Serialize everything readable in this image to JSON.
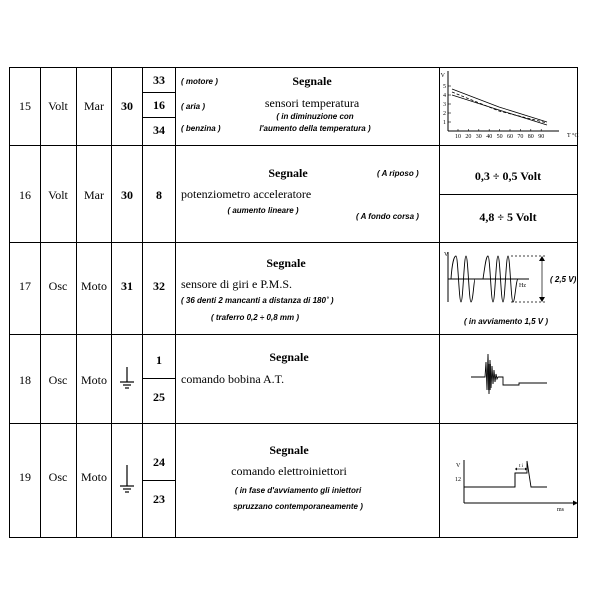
{
  "rows": [
    {
      "num": "15",
      "unit": "Volt",
      "cond": "Mar",
      "pin_a": "30",
      "pins": [
        "33",
        "16",
        "34"
      ],
      "side_labels": [
        "( motore )",
        "( aria )",
        "( benzina )"
      ],
      "title": "Segnale",
      "desc": "sensori temperatura",
      "notes": [
        "( in diminuzione con",
        "l'aumento della temperatura )"
      ],
      "graph": {
        "axis_y_label": "V",
        "axis_x_label": "T °C",
        "y_ticks": [
          "1",
          "2",
          "3",
          "4",
          "5"
        ],
        "x_ticks": [
          "10",
          "20",
          "30",
          "40",
          "50",
          "60",
          "70",
          "80",
          "90"
        ]
      }
    },
    {
      "num": "16",
      "unit": "Volt",
      "cond": "Mar",
      "pin_a": "30",
      "pins": [
        "8"
      ],
      "title": "Segnale",
      "desc": "potenziometro acceleratore",
      "notes": [
        "( aumento lineare )"
      ],
      "state_rest": "( A riposo )",
      "state_full": "( A fondo corsa )",
      "value_rest": "0,3  ÷  0,5  Volt",
      "value_full": "4,8  ÷  5  Volt"
    },
    {
      "num": "17",
      "unit": "Osc",
      "cond": "Moto",
      "pin_a": "31",
      "pins": [
        "32"
      ],
      "title": "Segnale",
      "desc": "sensore di giri e P.M.S.",
      "notes": [
        "( 36 denti 2 mancanti a distanza di 180˚ )",
        "( traferro 0,2  ÷  0,8 mm )"
      ],
      "graph": {
        "axis_y_label": "V",
        "axis_x_label": "Hz",
        "amplitude_label": "( 2,5 V)",
        "caption": "( in avviamento  1,5 V )"
      }
    },
    {
      "num": "18",
      "unit": "Osc",
      "cond": "Moto",
      "pin_a_icon": "ground-icon",
      "pins": [
        "1",
        "25"
      ],
      "title": "Segnale",
      "desc": "comando bobina A.T."
    },
    {
      "num": "19",
      "unit": "Osc",
      "cond": "Moto",
      "pin_a_icon": "ground-icon",
      "pins": [
        "24",
        "23"
      ],
      "title": "Segnale",
      "desc": "comando elettroiniettori",
      "notes": [
        "( in fase d'avviamento gli iniettori",
        "spruzzano contemporaneamente )"
      ],
      "graph": {
        "axis_y_label": "V",
        "axis_x_label": "ms",
        "y_tick": "12",
        "pulse_label": "t i"
      }
    }
  ]
}
